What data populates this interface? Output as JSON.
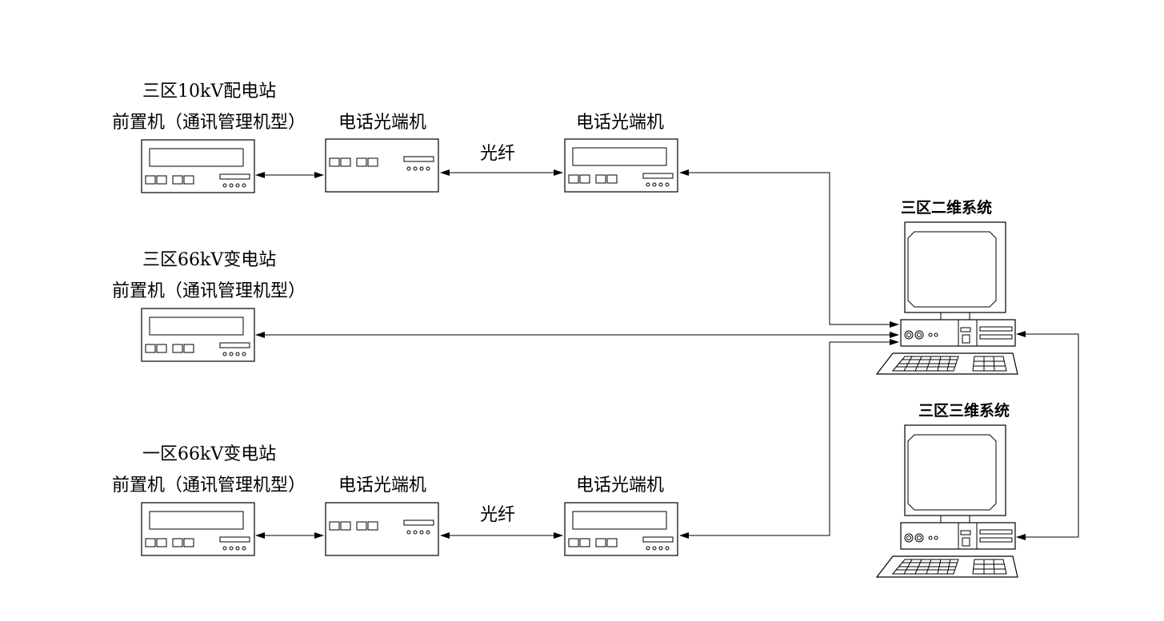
{
  "labels": {
    "station1_line1": "三区10kV配电站",
    "station1_line2": "前置机（通讯管理机型）",
    "station2_line1": "三区66kV变电站",
    "station2_line2": "前置机（通讯管理机型）",
    "station3_line1": "一区66kV变电站",
    "station3_line2": "前置机（通讯管理机型）",
    "optical_terminal": "电话光端机",
    "fiber": "光纤",
    "system_2d": "三区二维系统",
    "system_3d": "三区三维系统"
  },
  "icons": {
    "device": "rack-device-icon",
    "computer": "desktop-computer-icon",
    "arrow": "double-arrow-icon"
  },
  "colors": {
    "line": "#000000",
    "background": "#ffffff"
  }
}
